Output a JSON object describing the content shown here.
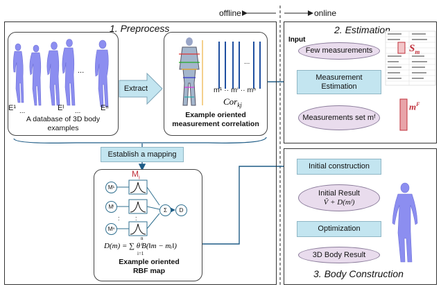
{
  "header": {
    "offline": "offline",
    "online": "online"
  },
  "preprocess": {
    "title": "1. Preprocess",
    "database_caption": "A database of 3D body examples",
    "labels": {
      "e1": "E¹",
      "ei": "Eᴵ",
      "en": "Eⁿ",
      "dots1": "...",
      "dots2": "...",
      "dots3": "...",
      "dots_top": "..."
    },
    "extract_label": "Extract",
    "correlation_caption": "Example oriented measurement correlation",
    "cor_symbol": "Cor",
    "cor_sub": "kj",
    "m_labels": "m¹ ·· mⁱ ·· mⁿ",
    "mapping_label": "Establish a mapping",
    "rbf_caption": "Example oriented RBF map",
    "rbf_top": "M",
    "rbf_top_sub": "i",
    "rbf_formula": "D(m) = ∑ θⁱB(‖m − mᵢ‖)",
    "rbf_sum_top": "n",
    "rbf_sum_bottom": "i=1",
    "nodes": [
      "M¹",
      "Mⁱ",
      "Mⁿ",
      "Σ",
      "D"
    ]
  },
  "estimation": {
    "title": "2. Estimation",
    "input_label": "Input",
    "few_measurements": "Few measurements",
    "measurement_estimation": "Measurement Estimation",
    "measurements_set": "Measurements set mᶠ",
    "sm_label": "S",
    "sm_sub": "m",
    "mf_label": "m",
    "mf_sup": "F"
  },
  "construction": {
    "title": "3. Body Construction",
    "initial_construction": "Initial construction",
    "initial_result": "Initial Result",
    "initial_formula": "Ṽ + D(mᶠ)",
    "optimization": "Optimization",
    "body_result": "3D Body Result"
  },
  "colors": {
    "box": "#c3e5f0",
    "ellipse": "#e9dced",
    "arrow": "#1f5c86",
    "body": "#8c8ef0",
    "red": "#c0303b"
  }
}
